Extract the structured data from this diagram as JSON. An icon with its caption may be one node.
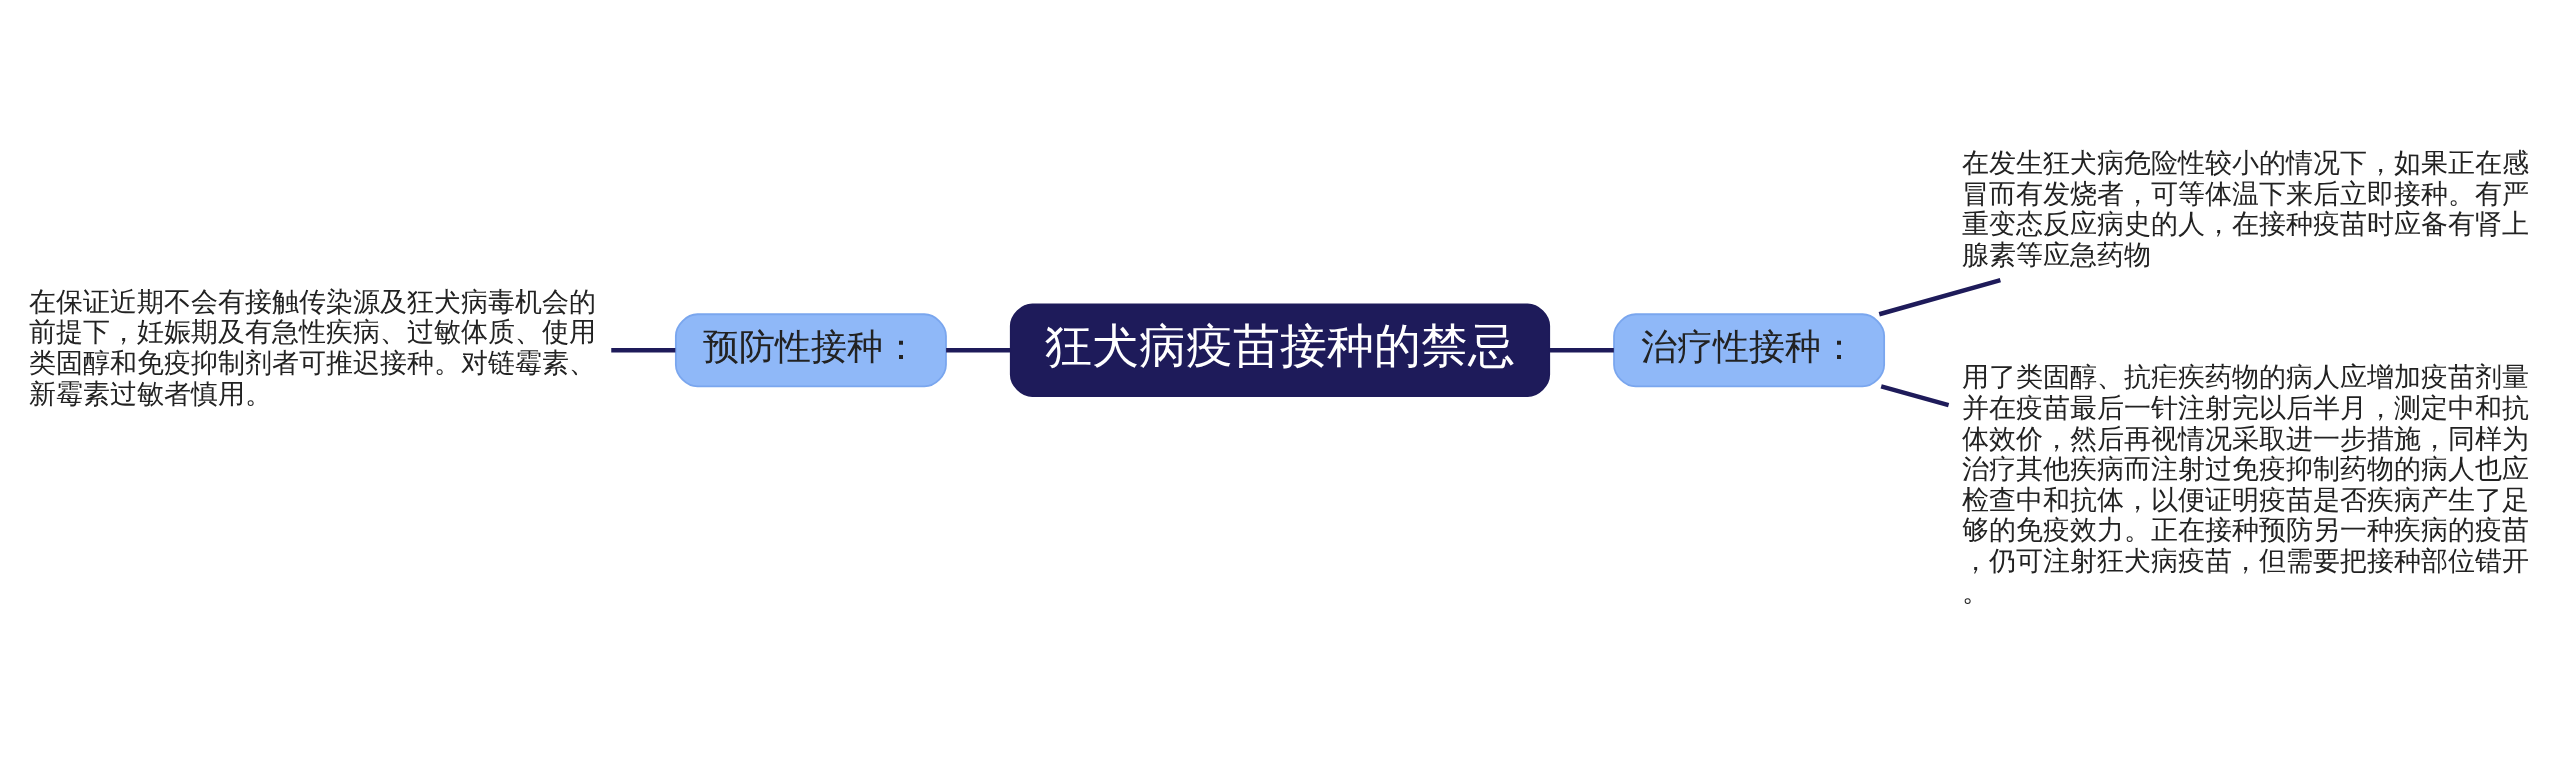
{
  "diagram": {
    "nodes": [
      {
        "text": [
          "狂犬病疫苗接种的禁忌"
        ]
      },
      {
        "text": [
          "预防性接种："
        ]
      },
      {
        "text": [
          "在保证近期不会有接触传染源及狂犬病毒机会的前提下，妊娠期及有急性疾病、过敏体质、使用类固醇和免疫抑制剂者可推迟接种。对链霉素、新霉素过敏者慎用。"
        ]
      },
      {
        "text": [
          "治疗性接种："
        ]
      },
      {
        "text": [
          "在发生狂犬病危险性较小的情况下，如果正在感冒而有发烧者，可等体温下来后立即接种。有严重变态反应病史的人，在接种疫苗时应备有肾上腺素等应急药物"
        ]
      },
      {
        "text": [
          "用了类固醇、抗疟疾药物的病人应增加疫苗剂量并在疫苗最后一针注射完以后半月，测定中和抗体效价，然后再视情况采取进一步措施，同样为治疗其他疾病而注射过免疫抑制药物的病人也应检查中和抗体，以便证明疫苗是否疾病产生了足够的免疫效力。正在接种预防另一种疾病的疫苗，仍可注射狂犬病疫苗，但需要把接种部位错开。"
        ]
      }
    ],
    "edges": [
      {
        "from": 0,
        "to": 1,
        "arrow": "none"
      },
      {
        "from": 1,
        "to": 2,
        "arrow": "none"
      },
      {
        "from": 0,
        "to": 3,
        "arrow": "none"
      },
      {
        "from": 3,
        "to": 4,
        "arrow": "none"
      },
      {
        "from": 3,
        "to": 5,
        "arrow": "none"
      }
    ]
  }
}
